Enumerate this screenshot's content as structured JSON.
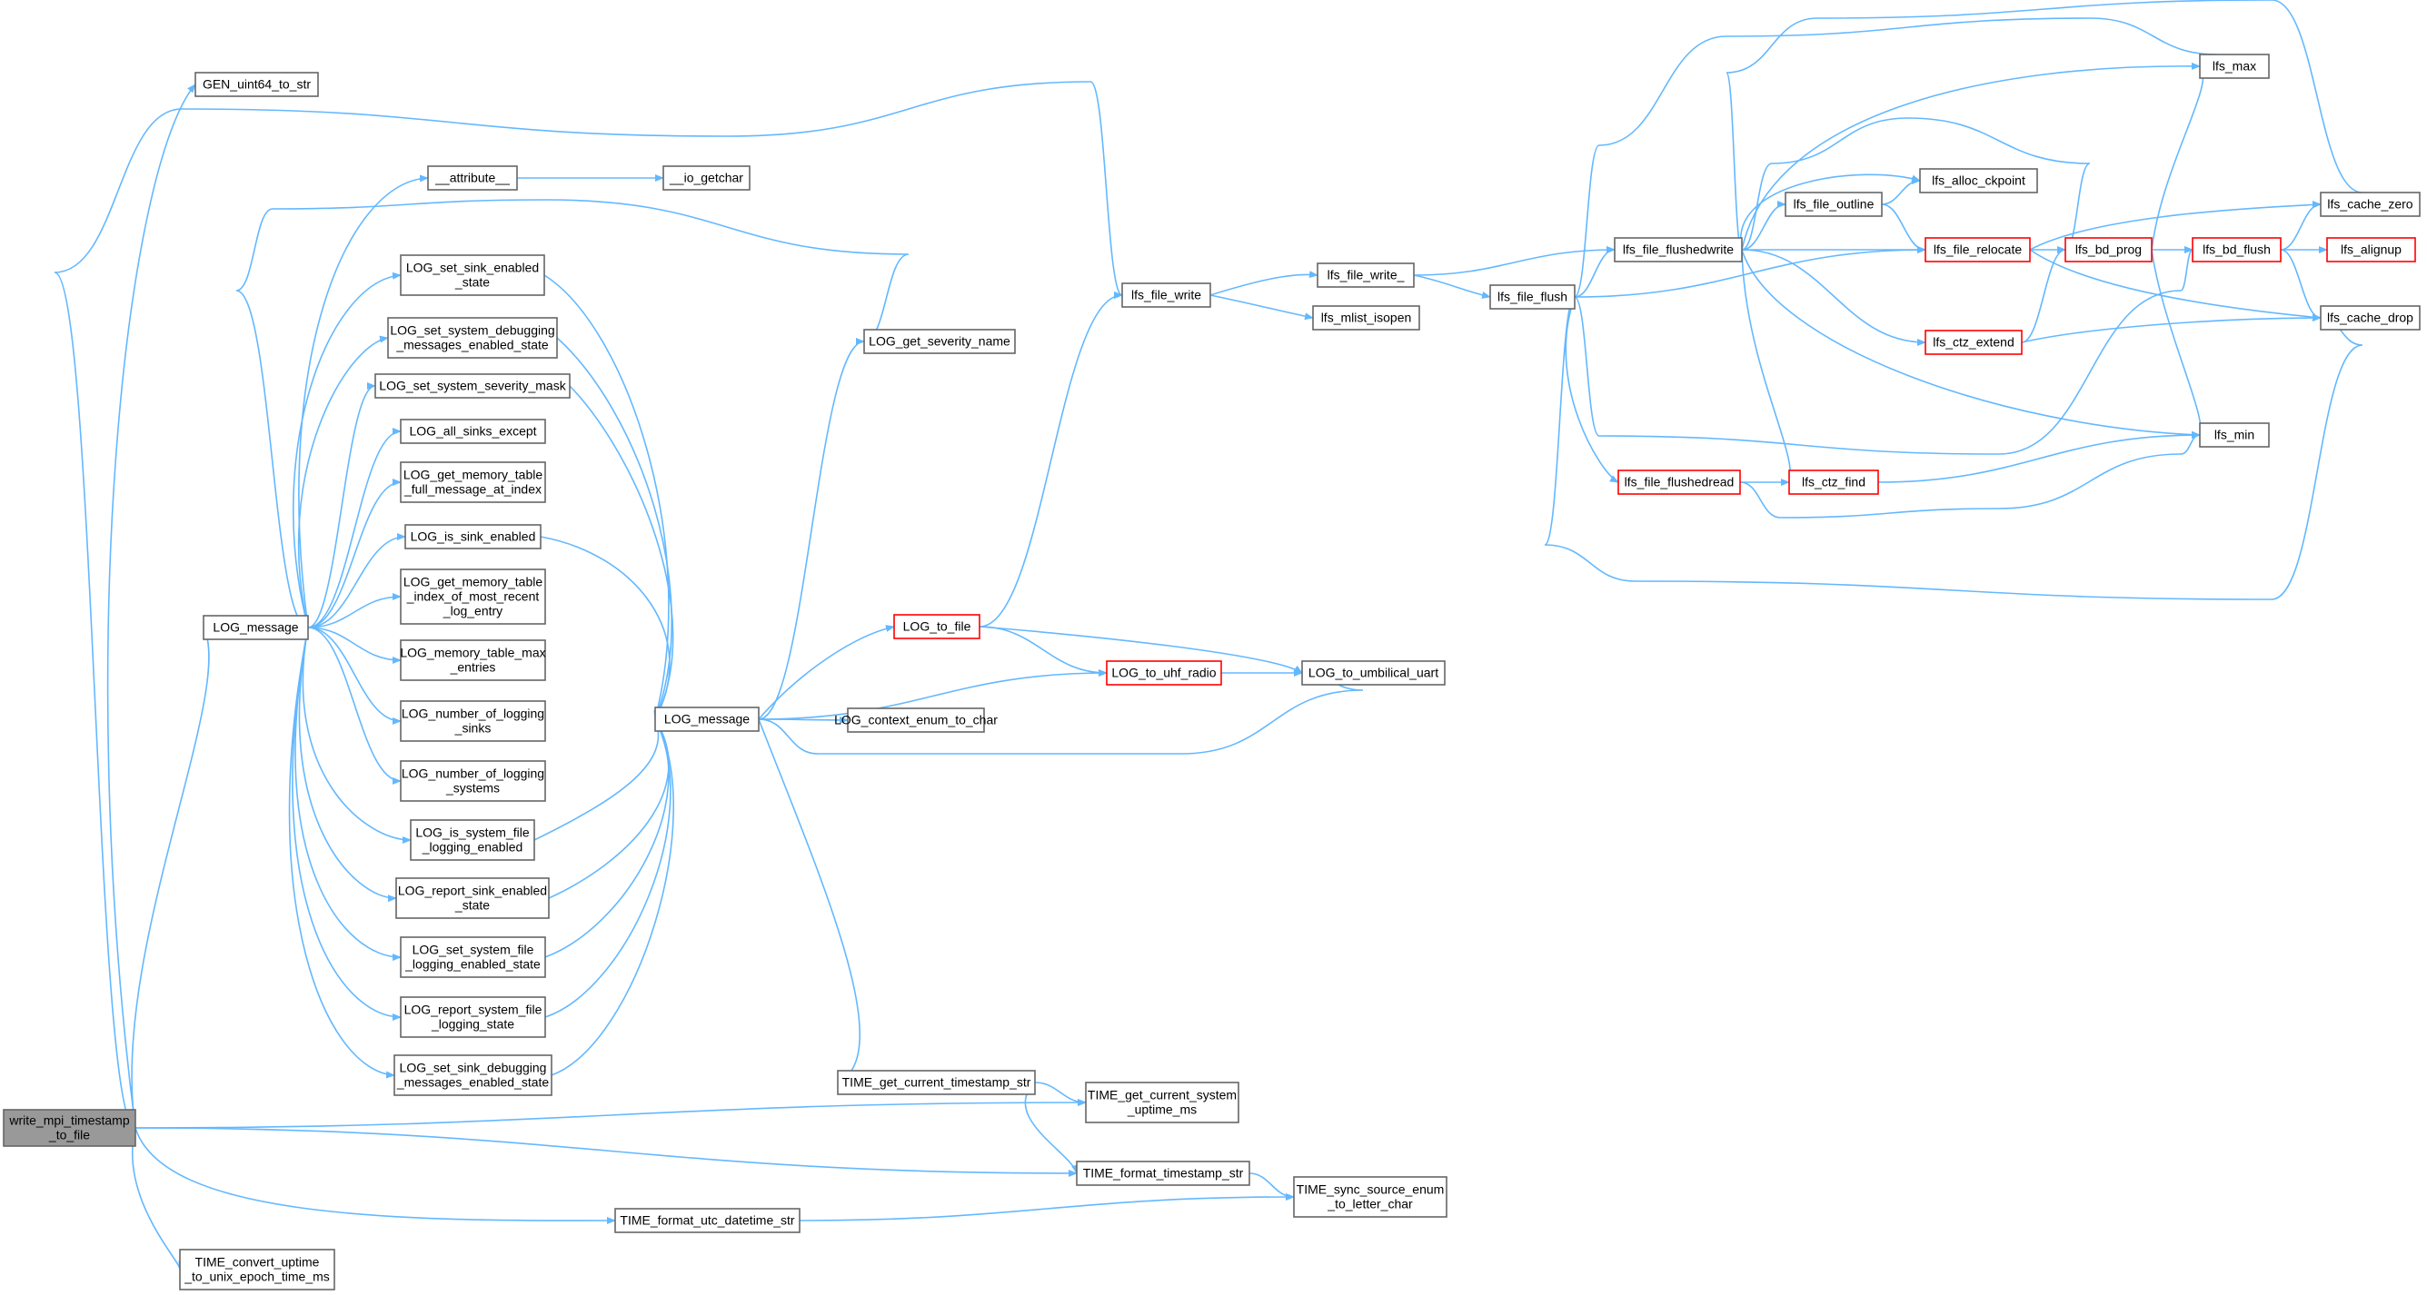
{
  "colors": {
    "edge": "#63b8ff",
    "node_fill": "#ffffff",
    "node_border": "#666666",
    "root_fill": "#999999",
    "root_border": "#666666",
    "truncated_border": "#ff0000",
    "text": "#000000"
  },
  "nodes": [
    {
      "id": "write_mpi",
      "lines": [
        "write_mpi_timestamp",
        "_to_file"
      ],
      "style": "root"
    },
    {
      "id": "GEN_uint64",
      "lines": [
        "GEN_uint64_to_str"
      ],
      "style": "normal"
    },
    {
      "id": "LOG_message_a",
      "lines": [
        "LOG_message"
      ],
      "style": "normal"
    },
    {
      "id": "attribute",
      "lines": [
        "__attribute__"
      ],
      "style": "normal"
    },
    {
      "id": "io_getchar",
      "lines": [
        "__io_getchar"
      ],
      "style": "normal"
    },
    {
      "id": "set_sink_enabled_state",
      "lines": [
        "LOG_set_sink_enabled",
        "_state"
      ],
      "style": "normal"
    },
    {
      "id": "set_sys_debug",
      "lines": [
        "LOG_set_system_debugging",
        "_messages_enabled_state"
      ],
      "style": "normal"
    },
    {
      "id": "set_sys_sev",
      "lines": [
        "LOG_set_system_severity_mask"
      ],
      "style": "normal"
    },
    {
      "id": "all_sinks_except",
      "lines": [
        "LOG_all_sinks_except"
      ],
      "style": "normal"
    },
    {
      "id": "mem_full",
      "lines": [
        "LOG_get_memory_table",
        "_full_message_at_index"
      ],
      "style": "normal"
    },
    {
      "id": "is_sink_enabled",
      "lines": [
        "LOG_is_sink_enabled"
      ],
      "style": "normal"
    },
    {
      "id": "mem_idx",
      "lines": [
        "LOG_get_memory_table",
        "_index_of_most_recent",
        "_log_entry"
      ],
      "style": "normal"
    },
    {
      "id": "mem_max",
      "lines": [
        "LOG_memory_table_max",
        "_entries"
      ],
      "style": "normal"
    },
    {
      "id": "num_sinks",
      "lines": [
        "LOG_number_of_logging",
        "_sinks"
      ],
      "style": "normal"
    },
    {
      "id": "num_systems",
      "lines": [
        "LOG_number_of_logging",
        "_systems"
      ],
      "style": "normal"
    },
    {
      "id": "is_sys_file",
      "lines": [
        "LOG_is_system_file",
        "_logging_enabled"
      ],
      "style": "normal"
    },
    {
      "id": "report_sink",
      "lines": [
        "LOG_report_sink_enabled",
        "_state"
      ],
      "style": "normal"
    },
    {
      "id": "set_sys_file",
      "lines": [
        "LOG_set_system_file",
        "_logging_enabled_state"
      ],
      "style": "normal"
    },
    {
      "id": "report_sys_file",
      "lines": [
        "LOG_report_system_file",
        "_logging_state"
      ],
      "style": "normal"
    },
    {
      "id": "set_sink_debug",
      "lines": [
        "LOG_set_sink_debugging",
        "_messages_enabled_state"
      ],
      "style": "normal"
    },
    {
      "id": "LOG_message_b",
      "lines": [
        "LOG_message"
      ],
      "style": "normal"
    },
    {
      "id": "get_sev_name",
      "lines": [
        "LOG_get_severity_name"
      ],
      "style": "normal"
    },
    {
      "id": "LOG_to_file",
      "lines": [
        "LOG_to_file"
      ],
      "style": "truncated"
    },
    {
      "id": "LOG_to_uhf",
      "lines": [
        "LOG_to_uhf_radio"
      ],
      "style": "truncated"
    },
    {
      "id": "LOG_to_umb",
      "lines": [
        "LOG_to_umbilical_uart"
      ],
      "style": "normal"
    },
    {
      "id": "ctx_enum",
      "lines": [
        "LOG_context_enum_to_char"
      ],
      "style": "normal"
    },
    {
      "id": "lfs_file_write",
      "lines": [
        "lfs_file_write"
      ],
      "style": "normal"
    },
    {
      "id": "lfs_file_write_",
      "lines": [
        "lfs_file_write_"
      ],
      "style": "normal"
    },
    {
      "id": "lfs_mlist_isopen",
      "lines": [
        "lfs_mlist_isopen"
      ],
      "style": "normal"
    },
    {
      "id": "lfs_file_flush",
      "lines": [
        "lfs_file_flush"
      ],
      "style": "normal"
    },
    {
      "id": "lfs_file_flushedwrite",
      "lines": [
        "lfs_file_flushedwrite"
      ],
      "style": "normal"
    },
    {
      "id": "lfs_file_outline",
      "lines": [
        "lfs_file_outline"
      ],
      "style": "normal"
    },
    {
      "id": "lfs_alloc_ckpoint",
      "lines": [
        "lfs_alloc_ckpoint"
      ],
      "style": "normal"
    },
    {
      "id": "lfs_file_relocate",
      "lines": [
        "lfs_file_relocate"
      ],
      "style": "truncated"
    },
    {
      "id": "lfs_ctz_extend",
      "lines": [
        "lfs_ctz_extend"
      ],
      "style": "truncated"
    },
    {
      "id": "lfs_file_flushedread",
      "lines": [
        "lfs_file_flushedread"
      ],
      "style": "truncated"
    },
    {
      "id": "lfs_ctz_find",
      "lines": [
        "lfs_ctz_find"
      ],
      "style": "truncated"
    },
    {
      "id": "lfs_bd_prog",
      "lines": [
        "lfs_bd_prog"
      ],
      "style": "truncated"
    },
    {
      "id": "lfs_bd_flush",
      "lines": [
        "lfs_bd_flush"
      ],
      "style": "truncated"
    },
    {
      "id": "lfs_alignup",
      "lines": [
        "lfs_alignup"
      ],
      "style": "truncated"
    },
    {
      "id": "lfs_max",
      "lines": [
        "lfs_max"
      ],
      "style": "normal"
    },
    {
      "id": "lfs_min",
      "lines": [
        "lfs_min"
      ],
      "style": "normal"
    },
    {
      "id": "lfs_cache_zero",
      "lines": [
        "lfs_cache_zero"
      ],
      "style": "normal"
    },
    {
      "id": "lfs_cache_drop",
      "lines": [
        "lfs_cache_drop"
      ],
      "style": "normal"
    },
    {
      "id": "time_cur_ts",
      "lines": [
        "TIME_get_current_timestamp_str"
      ],
      "style": "normal"
    },
    {
      "id": "time_uptime",
      "lines": [
        "TIME_get_current_system",
        "_uptime_ms"
      ],
      "style": "normal"
    },
    {
      "id": "time_fmt_ts",
      "lines": [
        "TIME_format_timestamp_str"
      ],
      "style": "normal"
    },
    {
      "id": "time_sync",
      "lines": [
        "TIME_sync_source_enum",
        "_to_letter_char"
      ],
      "style": "normal"
    },
    {
      "id": "time_fmt_utc",
      "lines": [
        "TIME_format_utc_datetime_str"
      ],
      "style": "normal"
    },
    {
      "id": "time_conv",
      "lines": [
        "TIME_convert_uptime",
        "_to_unix_epoch_time_ms"
      ],
      "style": "normal"
    }
  ],
  "edges": [
    [
      "write_mpi",
      "GEN_uint64"
    ],
    [
      "write_mpi",
      "LOG_message_a"
    ],
    [
      "write_mpi",
      "lfs_file_write"
    ],
    [
      "write_mpi",
      "time_uptime"
    ],
    [
      "write_mpi",
      "time_fmt_ts"
    ],
    [
      "write_mpi",
      "time_fmt_utc"
    ],
    [
      "write_mpi",
      "time_conv"
    ],
    [
      "LOG_message_a",
      "attribute"
    ],
    [
      "LOG_message_a",
      "set_sink_enabled_state"
    ],
    [
      "LOG_message_a",
      "set_sys_debug"
    ],
    [
      "LOG_message_a",
      "set_sys_sev"
    ],
    [
      "LOG_message_a",
      "all_sinks_except"
    ],
    [
      "LOG_message_a",
      "mem_full"
    ],
    [
      "LOG_message_a",
      "is_sink_enabled"
    ],
    [
      "LOG_message_a",
      "mem_idx"
    ],
    [
      "LOG_message_a",
      "mem_max"
    ],
    [
      "LOG_message_a",
      "num_sinks"
    ],
    [
      "LOG_message_a",
      "num_systems"
    ],
    [
      "LOG_message_a",
      "is_sys_file"
    ],
    [
      "LOG_message_a",
      "report_sink"
    ],
    [
      "LOG_message_a",
      "set_sys_file"
    ],
    [
      "LOG_message_a",
      "report_sys_file"
    ],
    [
      "LOG_message_a",
      "set_sink_debug"
    ],
    [
      "LOG_message_a",
      "get_sev_name"
    ],
    [
      "attribute",
      "io_getchar"
    ],
    [
      "set_sink_enabled_state",
      "LOG_message_b"
    ],
    [
      "set_sys_debug",
      "LOG_message_b"
    ],
    [
      "set_sys_sev",
      "LOG_message_b"
    ],
    [
      "is_sink_enabled",
      "LOG_message_b"
    ],
    [
      "is_sys_file",
      "LOG_message_b"
    ],
    [
      "report_sink",
      "LOG_message_b"
    ],
    [
      "set_sys_file",
      "LOG_message_b"
    ],
    [
      "report_sys_file",
      "LOG_message_b"
    ],
    [
      "set_sink_debug",
      "LOG_message_b"
    ],
    [
      "LOG_message_b",
      "get_sev_name"
    ],
    [
      "LOG_message_b",
      "LOG_to_file"
    ],
    [
      "LOG_message_b",
      "LOG_to_uhf"
    ],
    [
      "LOG_message_b",
      "ctx_enum"
    ],
    [
      "LOG_message_b",
      "LOG_to_umb"
    ],
    [
      "LOG_message_b",
      "time_cur_ts"
    ],
    [
      "LOG_to_file",
      "lfs_file_write"
    ],
    [
      "LOG_to_file",
      "LOG_to_uhf"
    ],
    [
      "LOG_to_file",
      "LOG_to_umb"
    ],
    [
      "LOG_to_uhf",
      "LOG_to_umb"
    ],
    [
      "lfs_file_write",
      "lfs_file_write_"
    ],
    [
      "lfs_file_write",
      "lfs_mlist_isopen"
    ],
    [
      "lfs_file_write_",
      "lfs_file_flush"
    ],
    [
      "lfs_file_write_",
      "lfs_file_flushedwrite"
    ],
    [
      "lfs_file_flush",
      "lfs_file_flushedwrite"
    ],
    [
      "lfs_file_flush",
      "lfs_file_relocate"
    ],
    [
      "lfs_file_flush",
      "lfs_file_flushedread"
    ],
    [
      "lfs_file_flush",
      "lfs_bd_flush"
    ],
    [
      "lfs_file_flush",
      "lfs_cache_drop"
    ],
    [
      "lfs_file_flush",
      "lfs_max"
    ],
    [
      "lfs_file_flushedwrite",
      "lfs_file_outline"
    ],
    [
      "lfs_file_flushedwrite",
      "lfs_alloc_ckpoint"
    ],
    [
      "lfs_file_flushedwrite",
      "lfs_file_relocate"
    ],
    [
      "lfs_file_flushedwrite",
      "lfs_ctz_extend"
    ],
    [
      "lfs_file_flushedwrite",
      "lfs_ctz_find"
    ],
    [
      "lfs_file_flushedwrite",
      "lfs_bd_prog"
    ],
    [
      "lfs_file_flushedwrite",
      "lfs_max"
    ],
    [
      "lfs_file_flushedwrite",
      "lfs_min"
    ],
    [
      "lfs_file_flushedwrite",
      "lfs_cache_zero"
    ],
    [
      "lfs_file_outline",
      "lfs_alloc_ckpoint"
    ],
    [
      "lfs_file_outline",
      "lfs_file_relocate"
    ],
    [
      "lfs_file_relocate",
      "lfs_bd_prog"
    ],
    [
      "lfs_file_relocate",
      "lfs_cache_zero"
    ],
    [
      "lfs_file_relocate",
      "lfs_cache_drop"
    ],
    [
      "lfs_ctz_extend",
      "lfs_bd_prog"
    ],
    [
      "lfs_ctz_extend",
      "lfs_cache_drop"
    ],
    [
      "lfs_file_flushedread",
      "lfs_ctz_find"
    ],
    [
      "lfs_file_flushedread",
      "lfs_min"
    ],
    [
      "lfs_ctz_find",
      "lfs_min"
    ],
    [
      "lfs_bd_prog",
      "lfs_bd_flush"
    ],
    [
      "lfs_bd_prog",
      "lfs_max"
    ],
    [
      "lfs_bd_prog",
      "lfs_min"
    ],
    [
      "lfs_bd_flush",
      "lfs_alignup"
    ],
    [
      "lfs_bd_flush",
      "lfs_cache_zero"
    ],
    [
      "lfs_bd_flush",
      "lfs_cache_drop"
    ],
    [
      "time_cur_ts",
      "time_uptime"
    ],
    [
      "time_cur_ts",
      "time_fmt_ts"
    ],
    [
      "time_fmt_ts",
      "time_sync"
    ],
    [
      "time_fmt_utc",
      "time_sync"
    ]
  ]
}
